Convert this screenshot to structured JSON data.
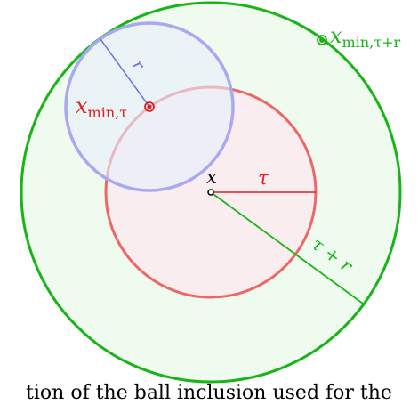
{
  "labels": {
    "x": "x",
    "tau": "τ",
    "x_min_tau_var": "x",
    "x_min_tau_sub": "min,τ",
    "x_min_taur_var": "x",
    "x_min_taur_sub": "min,τ+r",
    "r": "r",
    "tau_plus_r": "τ + r"
  },
  "caption": "tion of the ball inclusion used for the",
  "colors": {
    "green": "#18b418",
    "green_fill": "#effbee",
    "red": "#ee6767",
    "red_dark": "#e02020",
    "red_fill": "#fbeaf0",
    "blue": "#a9a9f2",
    "blue_fill": "#edf4fb",
    "blue_text": "#6a6ae8"
  }
}
